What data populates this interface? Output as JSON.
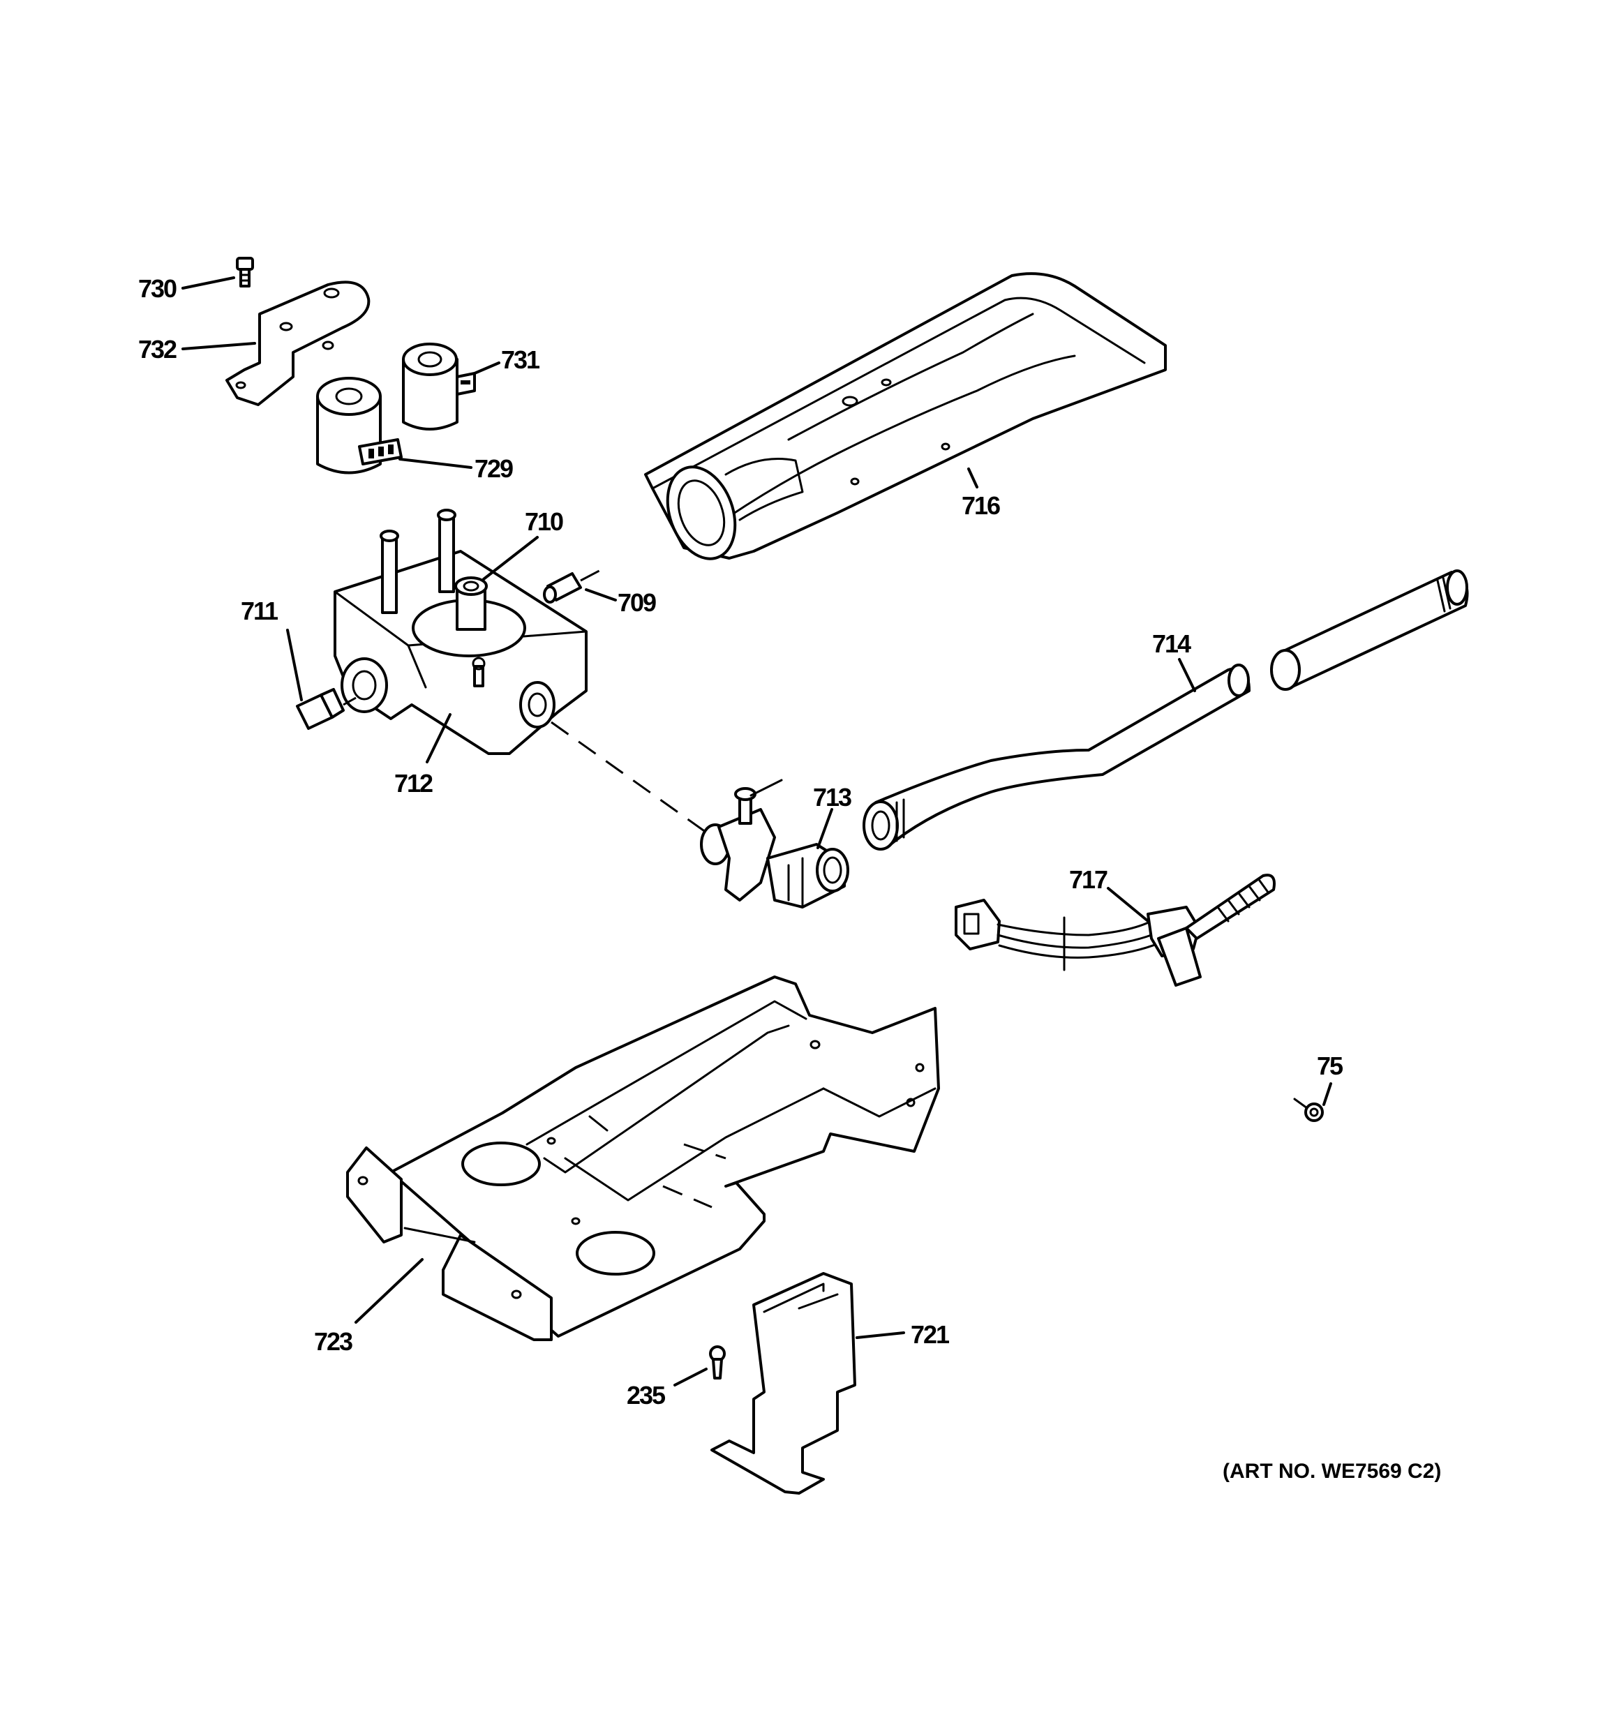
{
  "diagram": {
    "callouts": {
      "c730": "730",
      "c732": "732",
      "c731": "731",
      "c729": "729",
      "c716": "716",
      "c710": "710",
      "c711": "711",
      "c709": "709",
      "c712": "712",
      "c714": "714",
      "c713": "713",
      "c717": "717",
      "c75": "75",
      "c723": "723",
      "c721": "721",
      "c235": "235"
    },
    "art_number": "(ART NO. WE7569 C2)"
  },
  "colors": {
    "line": "#000000",
    "background": "#ffffff"
  }
}
